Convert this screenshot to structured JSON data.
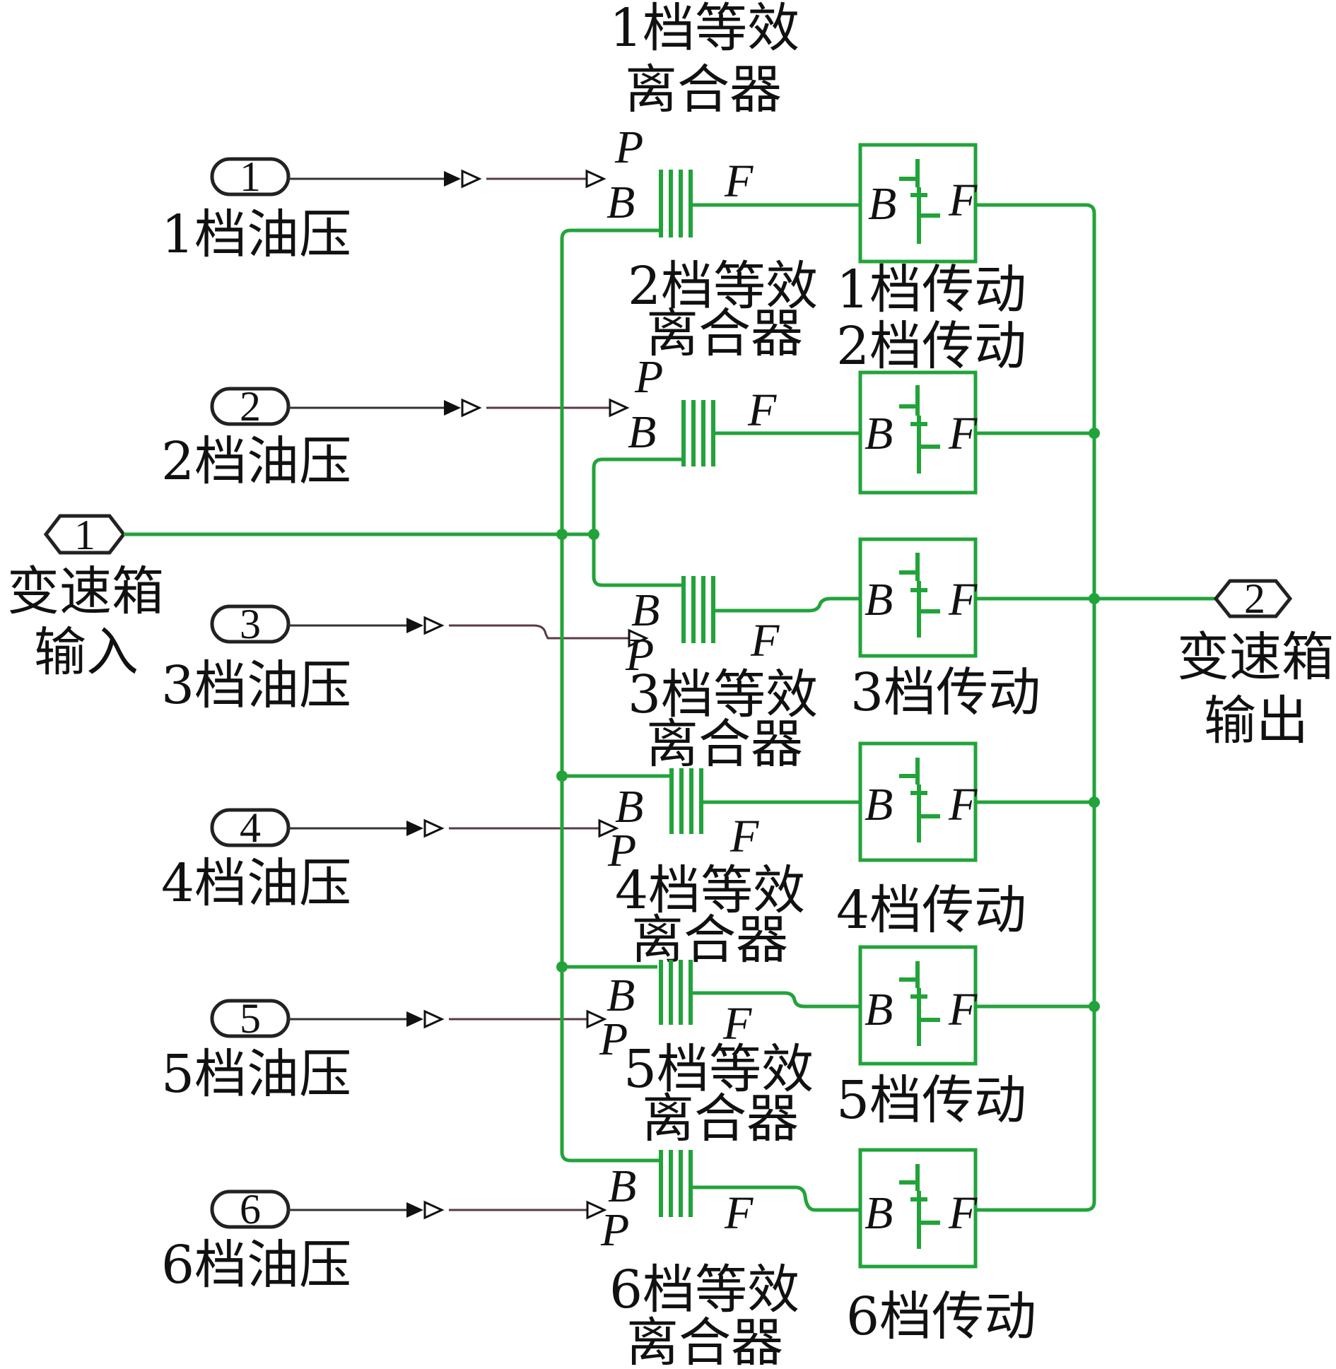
{
  "inputs": [
    {
      "num": "1",
      "label": "1档油压"
    },
    {
      "num": "2",
      "label": "2档油压"
    },
    {
      "num": "3",
      "label": "3档油压"
    },
    {
      "num": "4",
      "label": "4档油压"
    },
    {
      "num": "5",
      "label": "5档油压"
    },
    {
      "num": "6",
      "label": "6档油压"
    }
  ],
  "clutches": [
    {
      "line1": "1档等效",
      "line2": "离合器"
    },
    {
      "line1": "2档等效",
      "line2": "离合器"
    },
    {
      "line1": "3档等效",
      "line2": "离合器"
    },
    {
      "line1": "4档等效",
      "line2": "离合器"
    },
    {
      "line1": "5档等效",
      "line2": "离合器"
    },
    {
      "line1": "6档等效",
      "line2": "离合器"
    }
  ],
  "gears": [
    {
      "label": "1档传动"
    },
    {
      "label": "2档传动"
    },
    {
      "label": "3档传动"
    },
    {
      "label": "4档传动"
    },
    {
      "label": "5档传动"
    },
    {
      "label": "6档传动"
    }
  ],
  "pins": {
    "p": "P",
    "b": "B",
    "f": "F"
  },
  "gearbox_in": {
    "num": "1",
    "line1": "变速箱",
    "line2": "输入"
  },
  "gearbox_out": {
    "num": "2",
    "line1": "变速箱",
    "line2": "输出"
  },
  "colors": {
    "physical": "#22a33a",
    "signal": "#5a3a4a"
  }
}
